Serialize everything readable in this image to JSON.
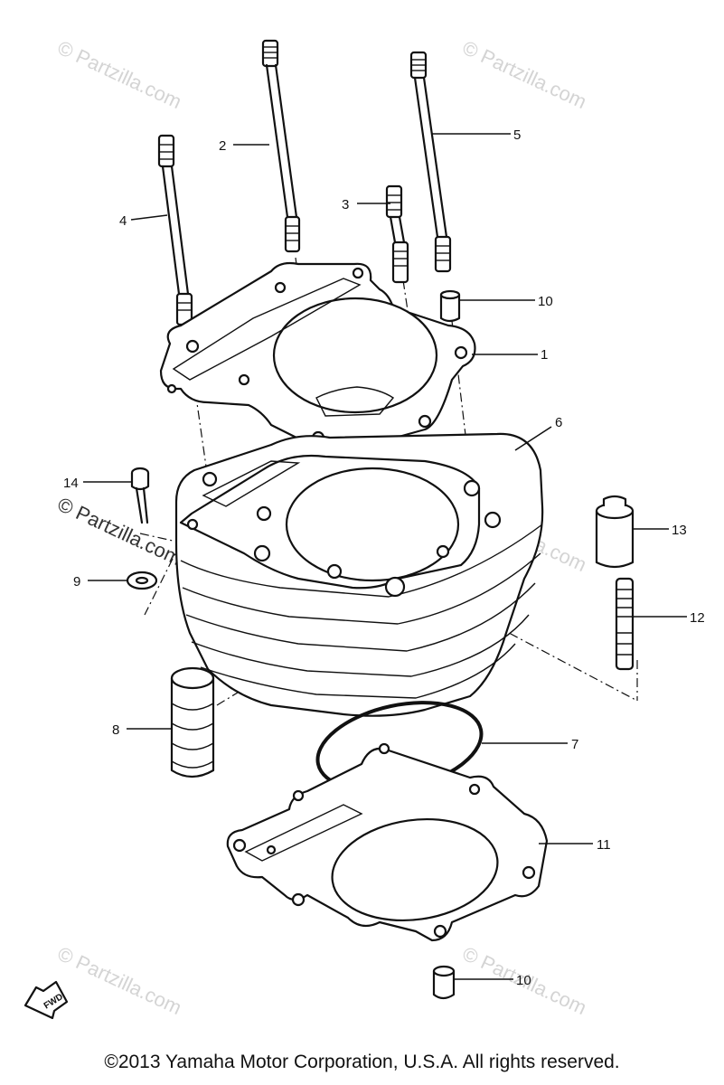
{
  "copyright": "©2013 Yamaha Motor Corporation, U.S.A. All rights reserved.",
  "watermark": "© Partzilla.com",
  "fwd_mark": "FWD",
  "callouts": [
    {
      "id": "1",
      "label": "1"
    },
    {
      "id": "2",
      "label": "2"
    },
    {
      "id": "3",
      "label": "3"
    },
    {
      "id": "4",
      "label": "4"
    },
    {
      "id": "5",
      "label": "5"
    },
    {
      "id": "6",
      "label": "6"
    },
    {
      "id": "7",
      "label": "7"
    },
    {
      "id": "8",
      "label": "8"
    },
    {
      "id": "9",
      "label": "9"
    },
    {
      "id": "10a",
      "label": "10"
    },
    {
      "id": "10b",
      "label": "10"
    },
    {
      "id": "11",
      "label": "11"
    },
    {
      "id": "12",
      "label": "12"
    },
    {
      "id": "13",
      "label": "13"
    },
    {
      "id": "14",
      "label": "14"
    }
  ]
}
